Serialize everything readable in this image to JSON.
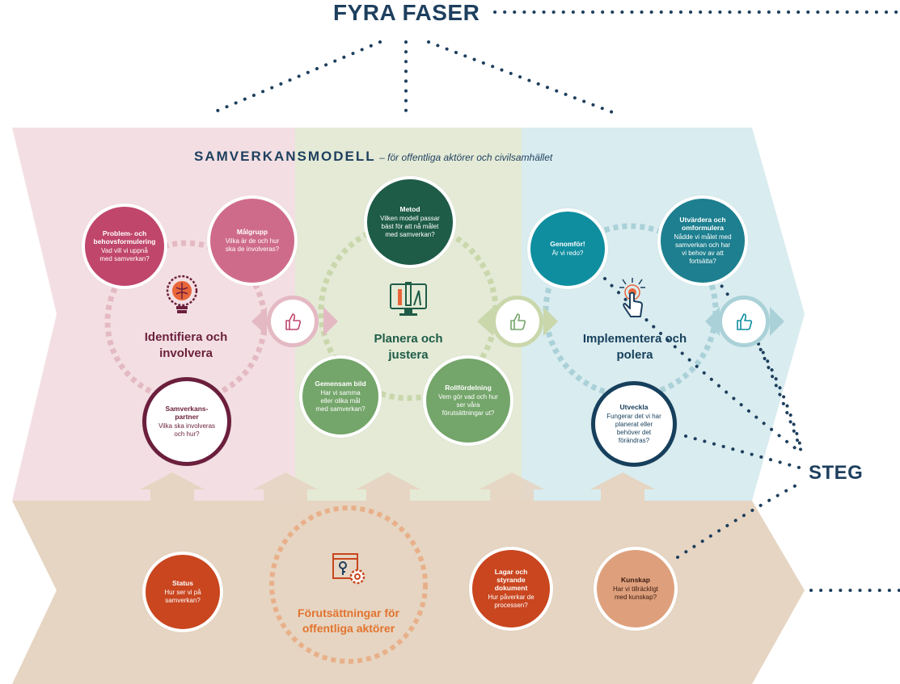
{
  "header": {
    "title": "FYRA FASER"
  },
  "subtitle": {
    "main": "SAMVERKANSMODELL",
    "rest": "– för offentliga aktörer och civilsamhället"
  },
  "step_label": "STEG",
  "phases": [
    {
      "label": "Identifiera och involvera",
      "icon": "brain-lightbulb-icon"
    },
    {
      "label": "Planera och justera",
      "icon": "monitor-tools-icon"
    },
    {
      "label": "Implementera och polera",
      "icon": "touch-hand-icon"
    }
  ],
  "steps": {
    "problem": {
      "title": "Problem- och behovsformulering",
      "desc": "Vad vill vi uppnå med samverkan?"
    },
    "malgrupp": {
      "title": "Målgrupp",
      "desc": "Vilka är de och hur ska de involveras?"
    },
    "partner": {
      "title": "Samverkans-partner",
      "desc": "Vilka ska involveras och hur?"
    },
    "metod": {
      "title": "Metod",
      "desc": "Vilken modell passar bäst för att nå målet med samverkan?"
    },
    "bild": {
      "title": "Gemensam bild",
      "desc": "Har vi samma eller olika mål med samverkan?"
    },
    "roll": {
      "title": "Rollfördelning",
      "desc": "Vem gör vad och hur ser våra förutsättningar ut?"
    },
    "genomfor": {
      "title": "Genomför!",
      "desc": "Är vi redo?"
    },
    "utvardera": {
      "title": "Utvärdera och omformulera",
      "desc": "Nådde vi målet med samverkan och har vi behov av att fortsätta?"
    },
    "utveckla": {
      "title": "Utveckla",
      "desc": "Fungerar det vi har planerat eller behöver det förändras?"
    }
  },
  "prereq": {
    "label": "Förutsättningar för offentliga aktörer",
    "icon": "browser-key-gear-icon",
    "status": {
      "title": "Status",
      "desc": "Hur ser vi på samverkan?"
    },
    "lagar": {
      "title": "Lagar och styrande dokument",
      "desc": "Hur påverkar de processen?"
    },
    "kunskap": {
      "title": "Kunskap",
      "desc": "Har vi tillräckligt med kunskap?"
    }
  },
  "colors": {
    "navy": "#1e3f5e",
    "pink_bg": "#f3dfe3",
    "green_bg": "#e4ead6",
    "blue_bg": "#d9ecef",
    "beige_bg": "#e6d5c2",
    "maroon": "#6b1f3c",
    "rose": "#c0466c",
    "rose_light": "#cf6b8a",
    "green_dark": "#1e5c48",
    "green_mid": "#74a56a",
    "teal": "#0f8ea0",
    "teal_dark": "#1d7f8f",
    "navy_circle": "#163f5c",
    "orange": "#c9461f",
    "orange_light": "#dea07c",
    "orange_text": "#e2742f"
  }
}
